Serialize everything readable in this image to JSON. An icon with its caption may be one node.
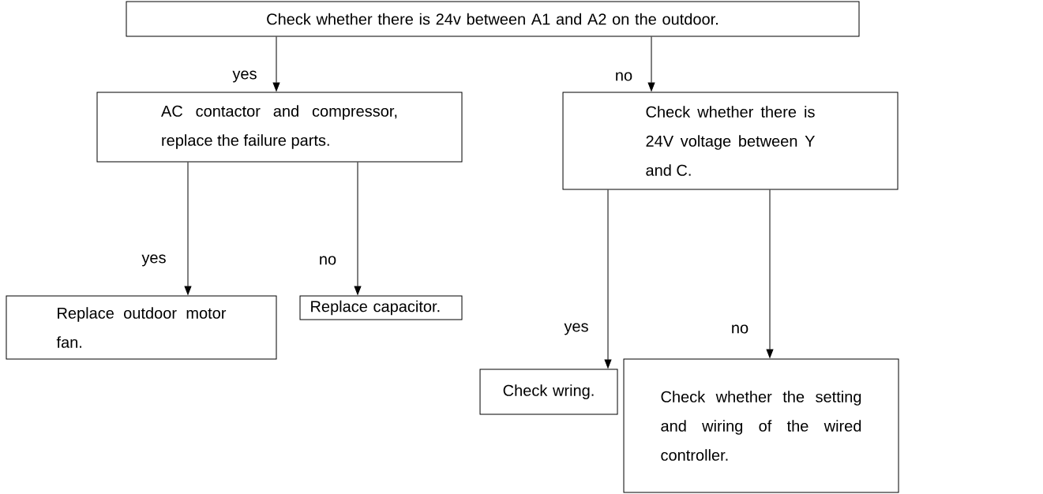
{
  "diagram": {
    "nodes": [
      {
        "text": [
          "Check whether there is 24v between A1 and A2 on the outdoor."
        ]
      },
      {
        "text": [
          "AC contactor and compressor, replace the failure parts."
        ]
      },
      {
        "text": [
          "Check whether there is 24V voltage between Y and C."
        ]
      },
      {
        "text": [
          "Replace outdoor motor fan."
        ]
      },
      {
        "text": [
          "Replace capacitor."
        ]
      },
      {
        "text": [
          "Check wring."
        ]
      },
      {
        "text": [
          "Check whether the setting and wiring of the wired controller."
        ]
      }
    ],
    "edges": [
      {
        "from": 0,
        "to": 1,
        "arrow": "to",
        "label": "yes"
      },
      {
        "from": 0,
        "to": 2,
        "arrow": "to",
        "label": "no"
      },
      {
        "from": 1,
        "to": 3,
        "arrow": "to",
        "label": "yes"
      },
      {
        "from": 1,
        "to": 4,
        "arrow": "to",
        "label": "no"
      },
      {
        "from": 2,
        "to": 5,
        "arrow": "to",
        "label": "yes"
      },
      {
        "from": 2,
        "to": 6,
        "arrow": "to",
        "label": "no"
      }
    ]
  }
}
